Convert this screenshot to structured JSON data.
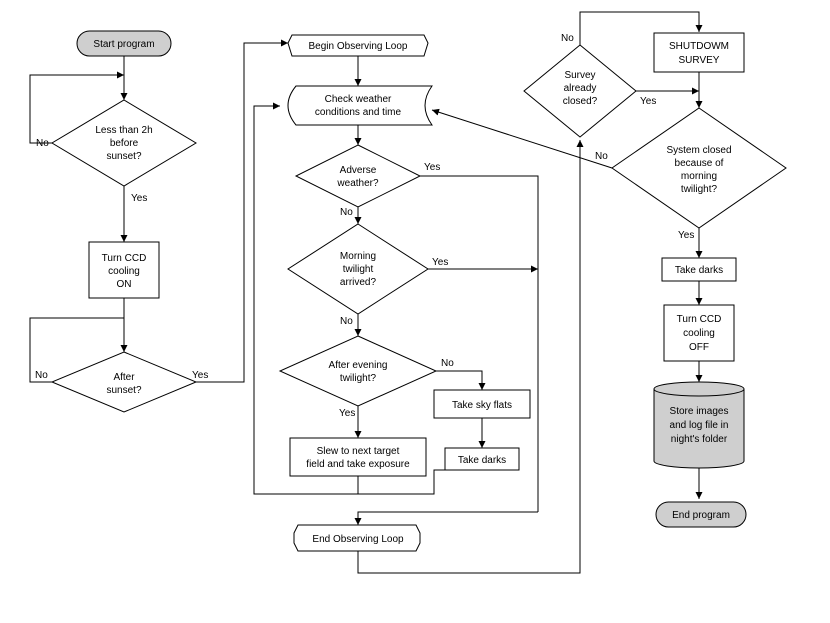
{
  "nodes": {
    "start": "Start program",
    "less_than_2h": [
      "Less than 2h",
      "before",
      "sunset?"
    ],
    "turn_ccd_on": [
      "Turn CCD",
      "cooling",
      "ON"
    ],
    "after_sunset": [
      "After",
      "sunset?"
    ],
    "begin_loop": "Begin Observing Loop",
    "check_weather": [
      "Check weather",
      "conditions and time"
    ],
    "adverse_weather": [
      "Adverse",
      "weather?"
    ],
    "morning_twilight": [
      "Morning",
      "twilight",
      "arrived?"
    ],
    "after_evening_twilight": [
      "After evening",
      "twilight?"
    ],
    "take_sky_flats": "Take sky flats",
    "slew": [
      "Slew to next target",
      "field and take exposure"
    ],
    "take_darks_loop": "Take darks",
    "end_loop": "End Observing Loop",
    "survey_closed": [
      "Survey",
      "already",
      "closed?"
    ],
    "shutdown": [
      "SHUTDOWM",
      "SURVEY"
    ],
    "system_closed": [
      "System  closed",
      "because of",
      "morning",
      "twilight?"
    ],
    "take_darks_end": "Take darks",
    "turn_ccd_off": [
      "Turn CCD",
      "cooling",
      "OFF"
    ],
    "store_images": [
      "Store images",
      "and log file in",
      "night's folder"
    ],
    "end_program": "End program"
  },
  "edge_labels": {
    "less_than_2h_no": "No",
    "less_than_2h_yes": "Yes",
    "after_sunset_no": "No",
    "after_sunset_yes": "Yes",
    "adverse_yes": "Yes",
    "adverse_no": "No",
    "morning_yes": "Yes",
    "morning_no": "No",
    "evening_no": "No",
    "evening_yes": "Yes",
    "survey_no": "No",
    "survey_yes": "Yes",
    "system_no": "No",
    "system_yes": "Yes"
  }
}
